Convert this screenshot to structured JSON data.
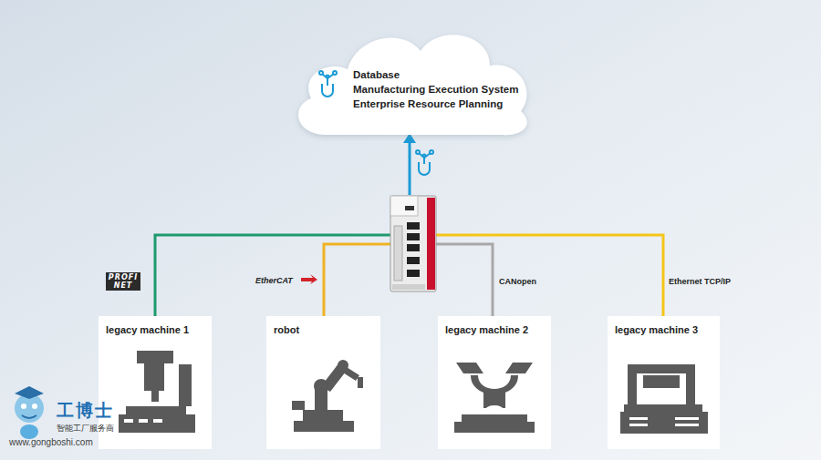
{
  "diagram": {
    "nodes": [
      {
        "text": [
          "Database",
          "Manufacturing Execution System",
          "Enterprise Resource Planning"
        ]
      },
      {
        "text": [
          "legacy machine 1"
        ]
      },
      {
        "text": [
          "robot"
        ]
      },
      {
        "text": [
          "legacy machine 2"
        ]
      },
      {
        "text": [
          "legacy machine 3"
        ]
      }
    ],
    "labels": [
      "PROFI NET",
      "EtherCAT",
      "CANopen",
      "Ethernet TCP/IP",
      "工博士",
      "智能工厂服务商",
      "www.gongboshi.com"
    ]
  }
}
